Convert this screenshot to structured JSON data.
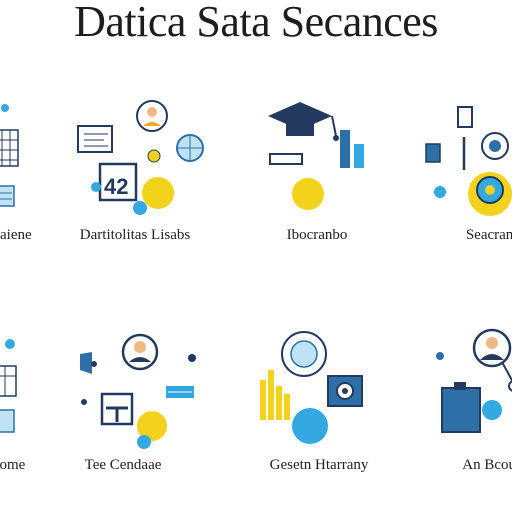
{
  "title": "Datica Sata Secances",
  "colors": {
    "navy": "#233a5e",
    "blue": "#2f6fa8",
    "sky": "#34a8e0",
    "yellow": "#f2d21b",
    "pale": "#bfe3f5",
    "skin": "#f0b887"
  },
  "captions": {
    "t1": "Dataiene",
    "t2": "Dartitolitas Lisabs",
    "t3": "Ibocranbo",
    "t4": "Seacrania",
    "t5": "Dome",
    "t6": "Tee Cendaae",
    "t7": "Gesetn Htarrany",
    "t8": "An Bcoure"
  }
}
